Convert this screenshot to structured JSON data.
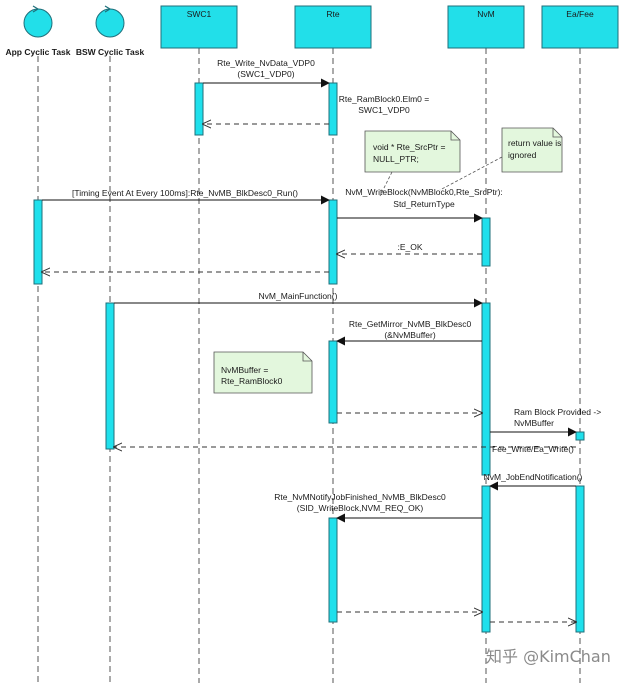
{
  "participants": [
    {
      "id": "app",
      "kind": "control",
      "label": "App Cyclic Task"
    },
    {
      "id": "bsw",
      "kind": "control",
      "label": "BSW Cyclic Task"
    },
    {
      "id": "swc1",
      "kind": "box",
      "label": "SWC1"
    },
    {
      "id": "rte",
      "kind": "box",
      "label": "Rte"
    },
    {
      "id": "nvm",
      "kind": "box",
      "label": "NvM"
    },
    {
      "id": "eafee",
      "kind": "box",
      "label": "Ea/Fee"
    }
  ],
  "messages": [
    {
      "id": "m1",
      "label": [
        "Rte_Write_NvData_VDP0",
        "(SWC1_VDP0)"
      ],
      "dashed": false
    },
    {
      "id": "m2",
      "label": [
        "Rte_RamBlock0.Elm0 =",
        "SWC1_VDP0"
      ],
      "dashed": true
    },
    {
      "id": "m3",
      "label": [
        "[Timing Event At Every 100ms]:Rte_NvMB_BlkDesc0_Run()"
      ],
      "dashed": false
    },
    {
      "id": "m4",
      "label": [
        "NvM_WriteBlock(NvMBlock0,Rte_SrcPtr):",
        "Std_ReturnType"
      ],
      "dashed": false
    },
    {
      "id": "m5",
      "label": [
        ":E_OK"
      ],
      "dashed": true
    },
    {
      "id": "m6",
      "label": [],
      "dashed": true
    },
    {
      "id": "m7",
      "label": [
        "NvM_MainFunction()"
      ],
      "dashed": false
    },
    {
      "id": "m8",
      "label": [
        "Rte_GetMirror_NvMB_BlkDesc0",
        "(&NvMBuffer)"
      ],
      "dashed": false
    },
    {
      "id": "m9",
      "label": [],
      "dashed": true
    },
    {
      "id": "m10",
      "label": [
        "Ram Block Provided ->",
        "NvMBuffer"
      ],
      "dashed": false
    },
    {
      "id": "m11",
      "label": [
        "Fee_Write/Ea_Write()"
      ],
      "dashed": true
    },
    {
      "id": "m12",
      "label": [
        "NvM_JobEndNotification()"
      ],
      "dashed": false
    },
    {
      "id": "m13",
      "label": [
        "Rte_NvMNotifyJobFinished_NvMB_BlkDesc0",
        "(SID_WriteBlock,NVM_REQ_OK)"
      ],
      "dashed": false
    },
    {
      "id": "m14",
      "label": [],
      "dashed": true
    },
    {
      "id": "m15",
      "label": [],
      "dashed": true
    }
  ],
  "notes": [
    {
      "id": "n1",
      "lines": [
        "void * Rte_SrcPtr =",
        "NULL_PTR;"
      ]
    },
    {
      "id": "n2",
      "lines": [
        "return value is",
        "ignored"
      ]
    },
    {
      "id": "n3",
      "lines": [
        "NvMBuffer =",
        "Rte_RamBlock0"
      ]
    }
  ],
  "watermark": "知乎 @KimChan",
  "colors": {
    "cyan": "#1fe0ec",
    "box": "#22dfe9",
    "border": "#1f6f7a",
    "note": "#e3f7dd",
    "line": "#555555"
  }
}
